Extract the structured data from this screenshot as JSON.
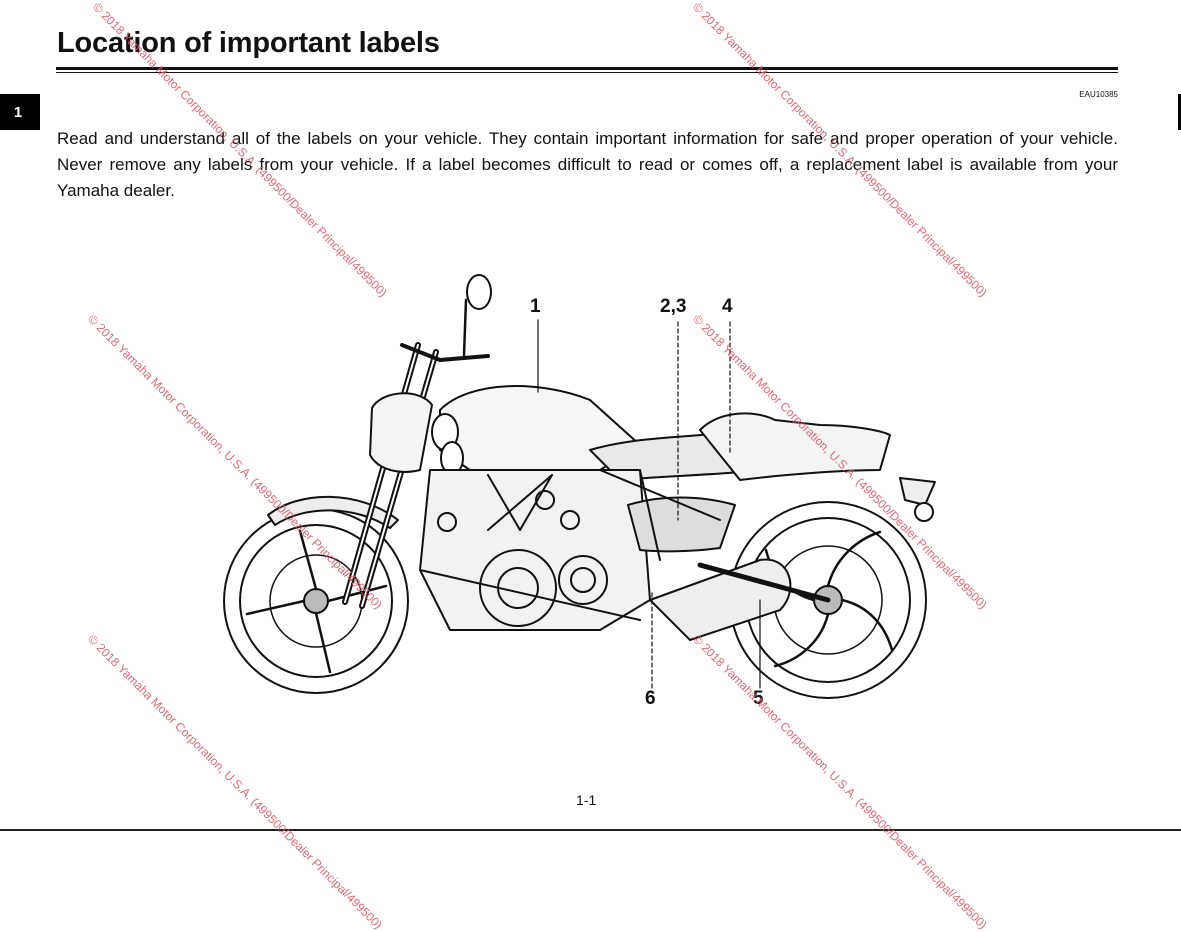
{
  "page": {
    "title": "Location of important labels",
    "chapter_tab": "1",
    "doc_code": "EAU10385",
    "intro": "Read and understand all of the labels on your vehicle. They contain important information for safe and proper operation of your vehicle. Never remove any labels from your vehicle. If a label becomes difficult to read or comes off, a replacement label is available from your Yamaha dealer.",
    "page_number": "1-1"
  },
  "figure": {
    "callouts": [
      "1",
      "2,3",
      "4",
      "5",
      "6"
    ]
  },
  "watermark": {
    "text": "© 2018 Yamaha Motor Corporation, U.S.A. (499500/Dealer Principal/499500)",
    "color": "#d65a62"
  }
}
